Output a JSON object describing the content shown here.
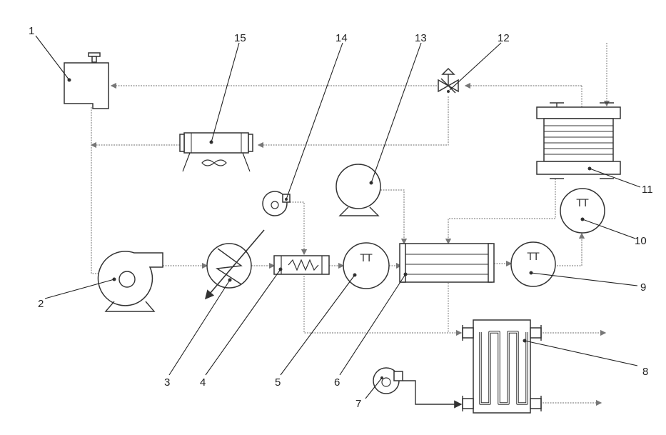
{
  "labels": {
    "n1": "1",
    "n2": "2",
    "n3": "3",
    "n4": "4",
    "n5": "5",
    "n6": "6",
    "n7": "7",
    "n8": "8",
    "n9": "9",
    "n10": "10",
    "n11": "11",
    "n12": "12",
    "n13": "13",
    "n14": "14",
    "n15": "15"
  },
  "symbols": {
    "tank": "TT"
  }
}
